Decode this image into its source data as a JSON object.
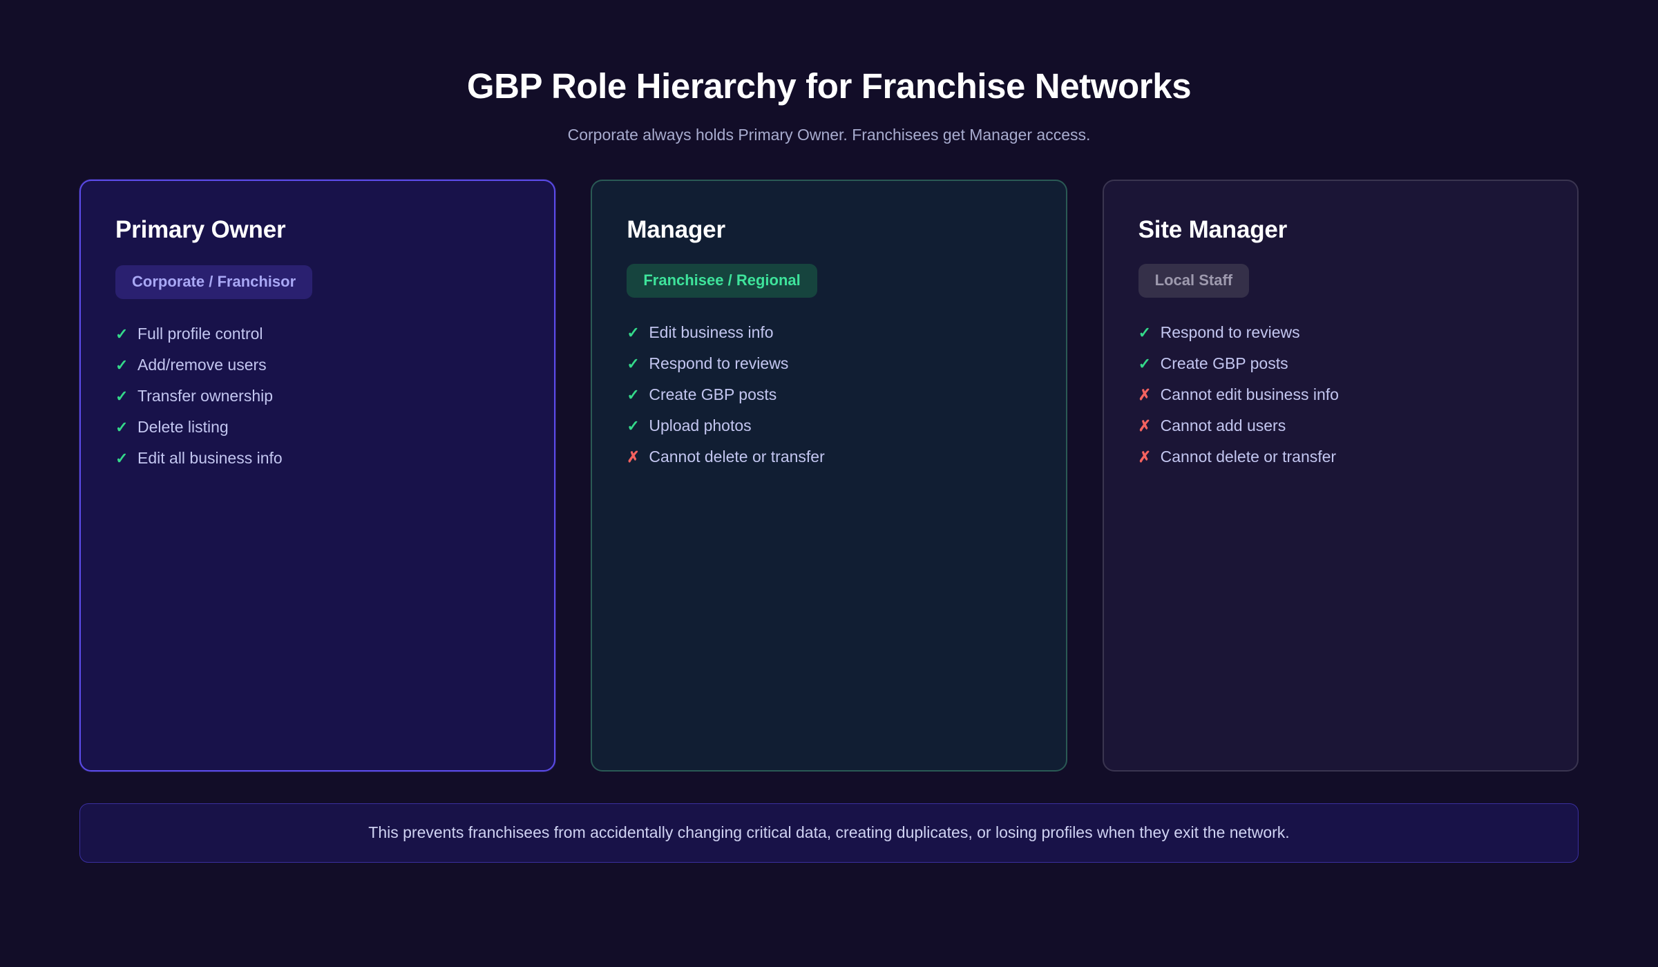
{
  "header": {
    "title": "GBP Role Hierarchy for Franchise Networks",
    "subtitle": "Corporate always holds Primary Owner. Franchisees get Manager access."
  },
  "colors": {
    "page_background": "#120D28",
    "primary_card_background": "#18124A",
    "primary_card_border": "#5B4BE8",
    "manager_card_background": "#111E33",
    "manager_card_border": "#2A5A55",
    "site_card_background": "#1B1536",
    "site_card_border": "#3A3550",
    "allow_mark": "#34D98A",
    "deny_mark": "#F4625F",
    "list_text": "#C3C6F0",
    "footer_background": "#181248",
    "footer_border": "#3A2FA0"
  },
  "cards": [
    {
      "title": "Primary Owner",
      "badge": "Corporate / Franchisor",
      "permissions": [
        {
          "mark": "✓",
          "allowed": true,
          "label": "Full profile control"
        },
        {
          "mark": "✓",
          "allowed": true,
          "label": "Add/remove users"
        },
        {
          "mark": "✓",
          "allowed": true,
          "label": "Transfer ownership"
        },
        {
          "mark": "✓",
          "allowed": true,
          "label": "Delete listing"
        },
        {
          "mark": "✓",
          "allowed": true,
          "label": "Edit all business info"
        }
      ]
    },
    {
      "title": "Manager",
      "badge": "Franchisee / Regional",
      "permissions": [
        {
          "mark": "✓",
          "allowed": true,
          "label": "Edit business info"
        },
        {
          "mark": "✓",
          "allowed": true,
          "label": "Respond to reviews"
        },
        {
          "mark": "✓",
          "allowed": true,
          "label": "Create GBP posts"
        },
        {
          "mark": "✓",
          "allowed": true,
          "label": "Upload photos"
        },
        {
          "mark": "✗",
          "allowed": false,
          "label": "Cannot delete or transfer"
        }
      ]
    },
    {
      "title": "Site Manager",
      "badge": "Local Staff",
      "permissions": [
        {
          "mark": "✓",
          "allowed": true,
          "label": "Respond to reviews"
        },
        {
          "mark": "✓",
          "allowed": true,
          "label": "Create GBP posts"
        },
        {
          "mark": "✗",
          "allowed": false,
          "label": "Cannot edit business info"
        },
        {
          "mark": "✗",
          "allowed": false,
          "label": "Cannot add users"
        },
        {
          "mark": "✗",
          "allowed": false,
          "label": "Cannot delete or transfer"
        }
      ]
    }
  ],
  "footer": {
    "note": "This prevents franchisees from accidentally changing critical data, creating duplicates, or losing profiles when they exit the network."
  }
}
